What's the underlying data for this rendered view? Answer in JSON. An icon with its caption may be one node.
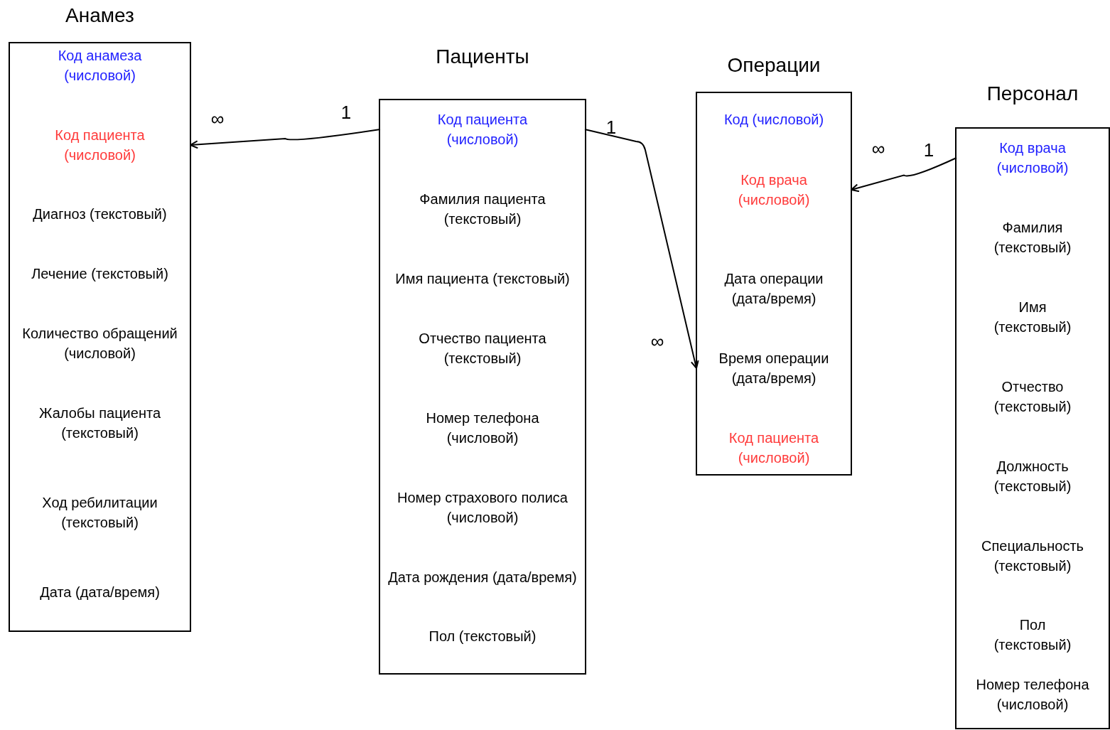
{
  "diagram": {
    "nodes": [
      {
        "text": [
          "Анамез"
        ]
      },
      {
        "text": [
          "Код анамеза (числовой)"
        ],
        "in": 0
      },
      {
        "text": [
          "Код пациента (числовой)"
        ],
        "in": 0
      },
      {
        "text": [
          "Диагноз (текстовый)"
        ],
        "in": 0
      },
      {
        "text": [
          "Лечение (текстовый)"
        ],
        "in": 0
      },
      {
        "text": [
          "Количество обращений (числовой)"
        ],
        "in": 0
      },
      {
        "text": [
          "Жалобы пациента (текстовый)"
        ],
        "in": 0
      },
      {
        "text": [
          "Ход ребилитации (текстовый)"
        ],
        "in": 0
      },
      {
        "text": [
          "Дата (дата/время)"
        ],
        "in": 0
      },
      {
        "text": [
          "Пациенты"
        ]
      },
      {
        "text": [
          "Код пациента (числовой)"
        ],
        "in": 9
      },
      {
        "text": [
          "Фамилия пациента (текстовый)"
        ],
        "in": 9
      },
      {
        "text": [
          "Имя пациента (текстовый)"
        ],
        "in": 9
      },
      {
        "text": [
          "Отчество пациента (текстовый)"
        ],
        "in": 9
      },
      {
        "text": [
          "Номер телефона (числовой)"
        ],
        "in": 9
      },
      {
        "text": [
          "Номер страхового полиса (числовой)"
        ],
        "in": 9
      },
      {
        "text": [
          "Дата рождения (дата/время)"
        ],
        "in": 9
      },
      {
        "text": [
          "Пол (текстовый)"
        ],
        "in": 9
      },
      {
        "text": [
          "Операции"
        ]
      },
      {
        "text": [
          "Код (числовой)"
        ],
        "in": 18
      },
      {
        "text": [
          "Код врача (числовой)"
        ],
        "in": 18
      },
      {
        "text": [
          "Дата операции (дата/время)"
        ],
        "in": 18
      },
      {
        "text": [
          "Время операции (дата/время)"
        ],
        "in": 18
      },
      {
        "text": [
          "Код пациента (числовой)"
        ],
        "in": 18
      },
      {
        "text": [
          "Персонал"
        ]
      },
      {
        "text": [
          "Код врача (числовой)"
        ],
        "in": 24
      },
      {
        "text": [
          "Фамилия (текстовый)"
        ],
        "in": 24
      },
      {
        "text": [
          "Имя (текстовый)"
        ],
        "in": 24
      },
      {
        "text": [
          "Отчество (текстовый)"
        ],
        "in": 24
      },
      {
        "text": [
          "Должность (текстовый)"
        ],
        "in": 24
      },
      {
        "text": [
          "Специальность (текстовый)"
        ],
        "in": 24
      },
      {
        "text": [
          "Пол (текстовый)"
        ],
        "in": 24
      },
      {
        "text": [
          "Номер телефона (числовой)"
        ],
        "in": 24
      }
    ],
    "edges": [
      {
        "from": 10,
        "to": 2,
        "arrow": "to"
      },
      {
        "from": 10,
        "to": 22,
        "arrow": "to"
      },
      {
        "from": 25,
        "to": 20,
        "arrow": "to"
      }
    ],
    "labels": [
      "∞",
      "1",
      "1",
      "∞",
      "1",
      "∞"
    ]
  }
}
